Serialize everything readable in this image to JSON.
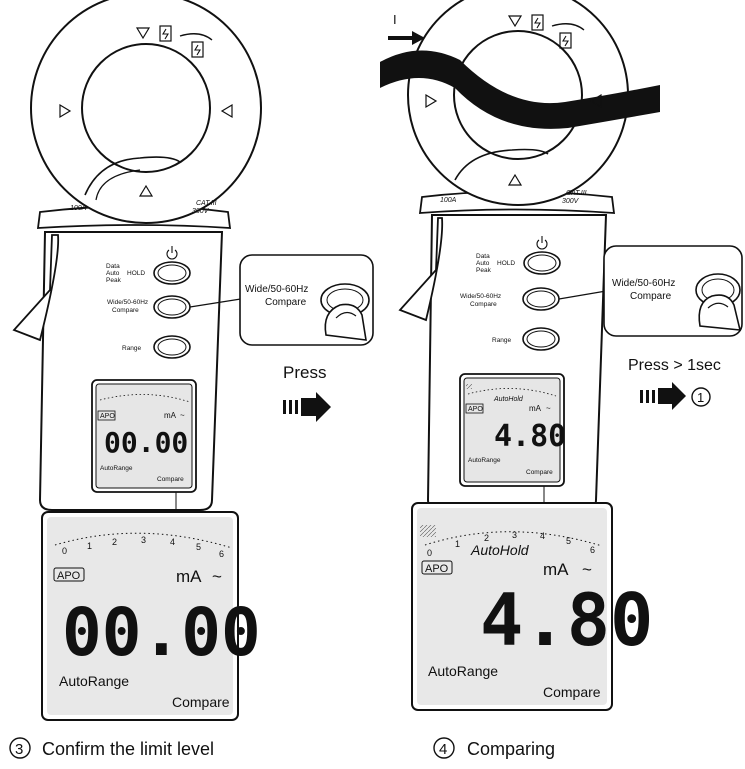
{
  "step3": {
    "number": "3",
    "caption": "Confirm the limit level",
    "meter": {
      "jaw_mark_a": "100A",
      "jaw_mark_b": "CAT.III",
      "jaw_mark_c": "300V",
      "btn_data_label_1": "Data",
      "btn_data_label_2": "Auto",
      "btn_data_label_3": "Peak",
      "btn_hold_label": "HOLD",
      "btn_wide_label_1": "Wide/50-60Hz",
      "btn_wide_label_2": "Compare",
      "btn_range_label": "Range",
      "display_small": {
        "apo": "APO",
        "unit": "mA",
        "value": "00.00",
        "range": "AutoRange",
        "mode": "Compare"
      }
    },
    "callout": {
      "line1": "Wide/50-60Hz",
      "line2": "Compare"
    },
    "action": "Press",
    "display_zoom": {
      "scale": [
        "0",
        "1",
        "2",
        "3",
        "4",
        "5",
        "6"
      ],
      "apo": "APO",
      "unit": "mA",
      "ac": "~",
      "value": "00.00",
      "range": "AutoRange",
      "mode": "Compare"
    }
  },
  "step4": {
    "number": "4",
    "caption": "Comparing",
    "current_label": "I",
    "meter": {
      "jaw_mark_a": "100A",
      "jaw_mark_b": "CAT.III",
      "jaw_mark_c": "300V",
      "btn_data_label_1": "Data",
      "btn_data_label_2": "Auto",
      "btn_data_label_3": "Peak",
      "btn_hold_label": "HOLD",
      "btn_wide_label_1": "Wide/50-60Hz",
      "btn_wide_label_2": "Compare",
      "btn_range_label": "Range",
      "display_small": {
        "hold": "AutoHold",
        "apo": "APO",
        "unit": "mA",
        "value": "4.80",
        "range": "AutoRange",
        "mode": "Compare"
      }
    },
    "callout": {
      "line1": "Wide/50-60Hz",
      "line2": "Compare"
    },
    "action": "Press > 1sec",
    "next_step": "1",
    "display_zoom": {
      "scale": [
        "0",
        "1",
        "2",
        "3",
        "4",
        "5",
        "6"
      ],
      "hold": "AutoHold",
      "apo": "APO",
      "unit": "mA",
      "ac": "~",
      "value": "4.80",
      "range": "AutoRange",
      "mode": "Compare"
    }
  }
}
